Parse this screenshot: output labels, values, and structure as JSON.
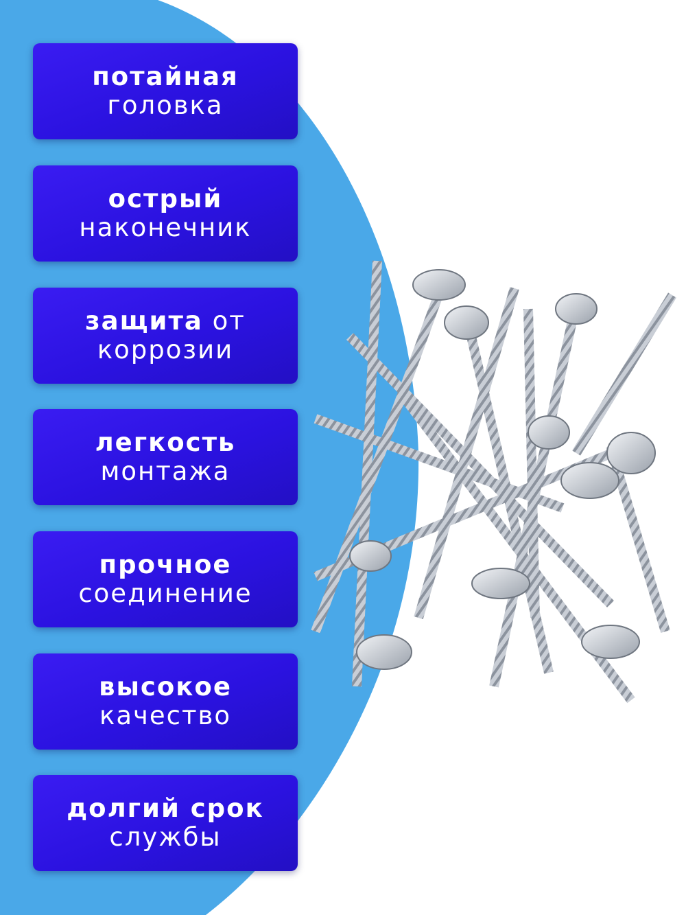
{
  "colors": {
    "background": "#ffffff",
    "circle": "#4aa8e8",
    "card": "#2d14e6",
    "text": "#ffffff"
  },
  "product_image": {
    "icon": "screw-pile-image"
  },
  "features": [
    {
      "bold": "потайная",
      "extra": "",
      "second": "головка"
    },
    {
      "bold": "острый",
      "extra": "",
      "second": "наконечник"
    },
    {
      "bold": "защита",
      "extra": " от",
      "second": "коррозии"
    },
    {
      "bold": "легкость",
      "extra": "",
      "second": "монтажа"
    },
    {
      "bold": "прочное",
      "extra": "",
      "second": "соединение"
    },
    {
      "bold": "высокое",
      "extra": "",
      "second": "качество"
    },
    {
      "bold": "долгий срок",
      "extra": "",
      "second": "службы"
    }
  ]
}
